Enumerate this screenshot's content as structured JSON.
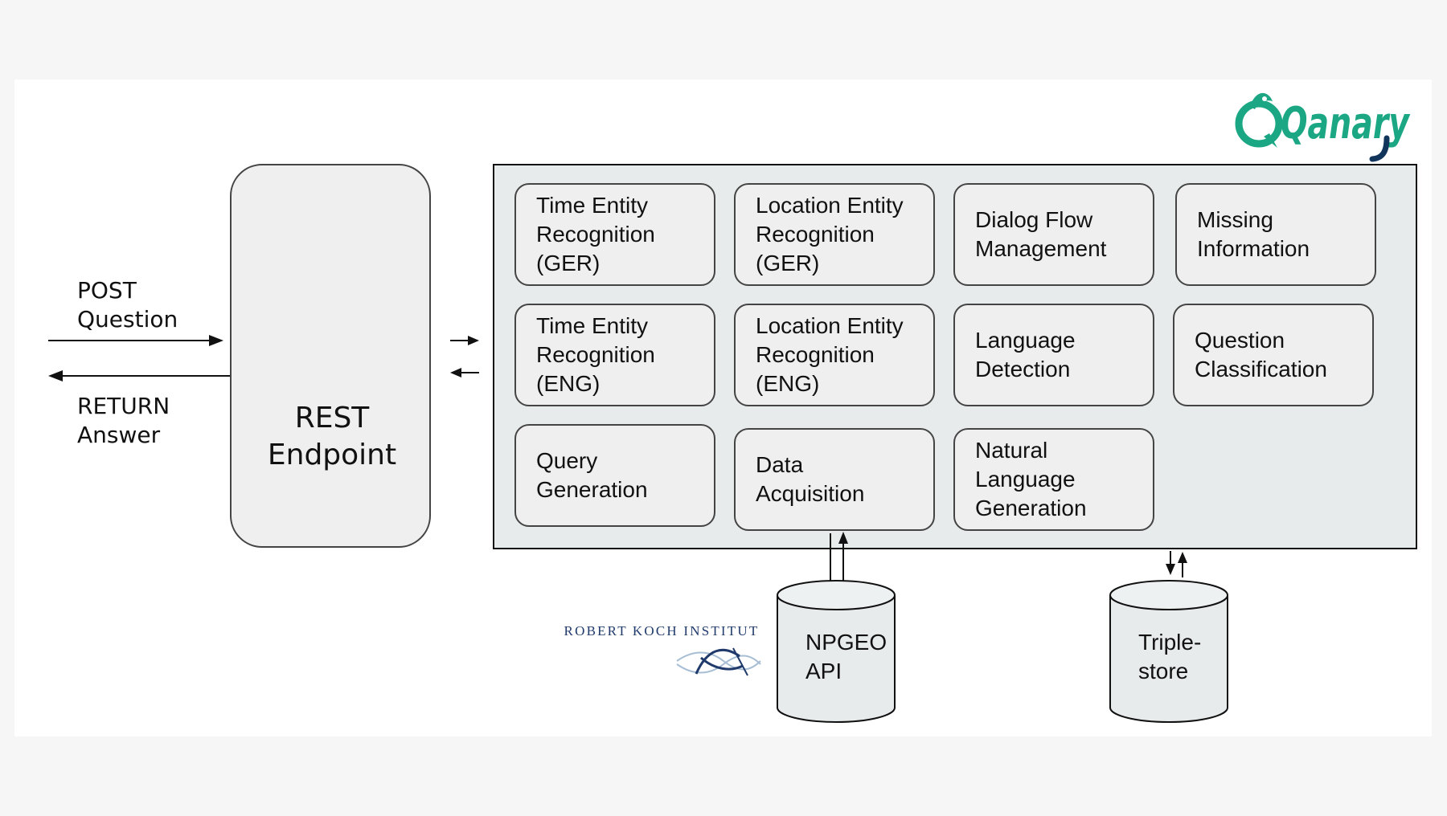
{
  "brand": {
    "logo_text": "Qanary",
    "logo_color": "#1ba784",
    "logo_accent": "#12355b"
  },
  "client": {
    "request_lines": [
      "POST",
      "Question"
    ],
    "response_lines": [
      "RETURN",
      "Answer"
    ]
  },
  "rest_endpoint": {
    "lines": [
      "REST",
      "Endpoint"
    ]
  },
  "components": [
    {
      "lines": [
        "Time Entity",
        "Recognition",
        "(GER)"
      ]
    },
    {
      "lines": [
        "Location Entity",
        "Recognition",
        "(GER)"
      ]
    },
    {
      "lines": [
        "Dialog Flow",
        "Management"
      ]
    },
    {
      "lines": [
        "Missing",
        "Information"
      ]
    },
    {
      "lines": [
        "Time Entity",
        "Recognition",
        "(ENG)"
      ]
    },
    {
      "lines": [
        "Location Entity",
        "Recognition",
        "(ENG)"
      ]
    },
    {
      "lines": [
        "Language",
        "Detection"
      ]
    },
    {
      "lines": [
        "Question",
        "Classification"
      ]
    },
    {
      "lines": [
        "Query",
        "Generation"
      ]
    },
    {
      "lines": [
        "Data",
        "Acquisition"
      ]
    },
    {
      "lines": [
        "Natural",
        "Language",
        "Generation"
      ]
    }
  ],
  "databases": {
    "npgeo": {
      "lines": [
        "NPGEO",
        "API"
      ]
    },
    "triplestore": {
      "lines": [
        "Triple-",
        "store"
      ]
    }
  },
  "rki_logo": {
    "text": "ROBERT KOCH INSTITUT",
    "color": "#1f3a6b"
  }
}
